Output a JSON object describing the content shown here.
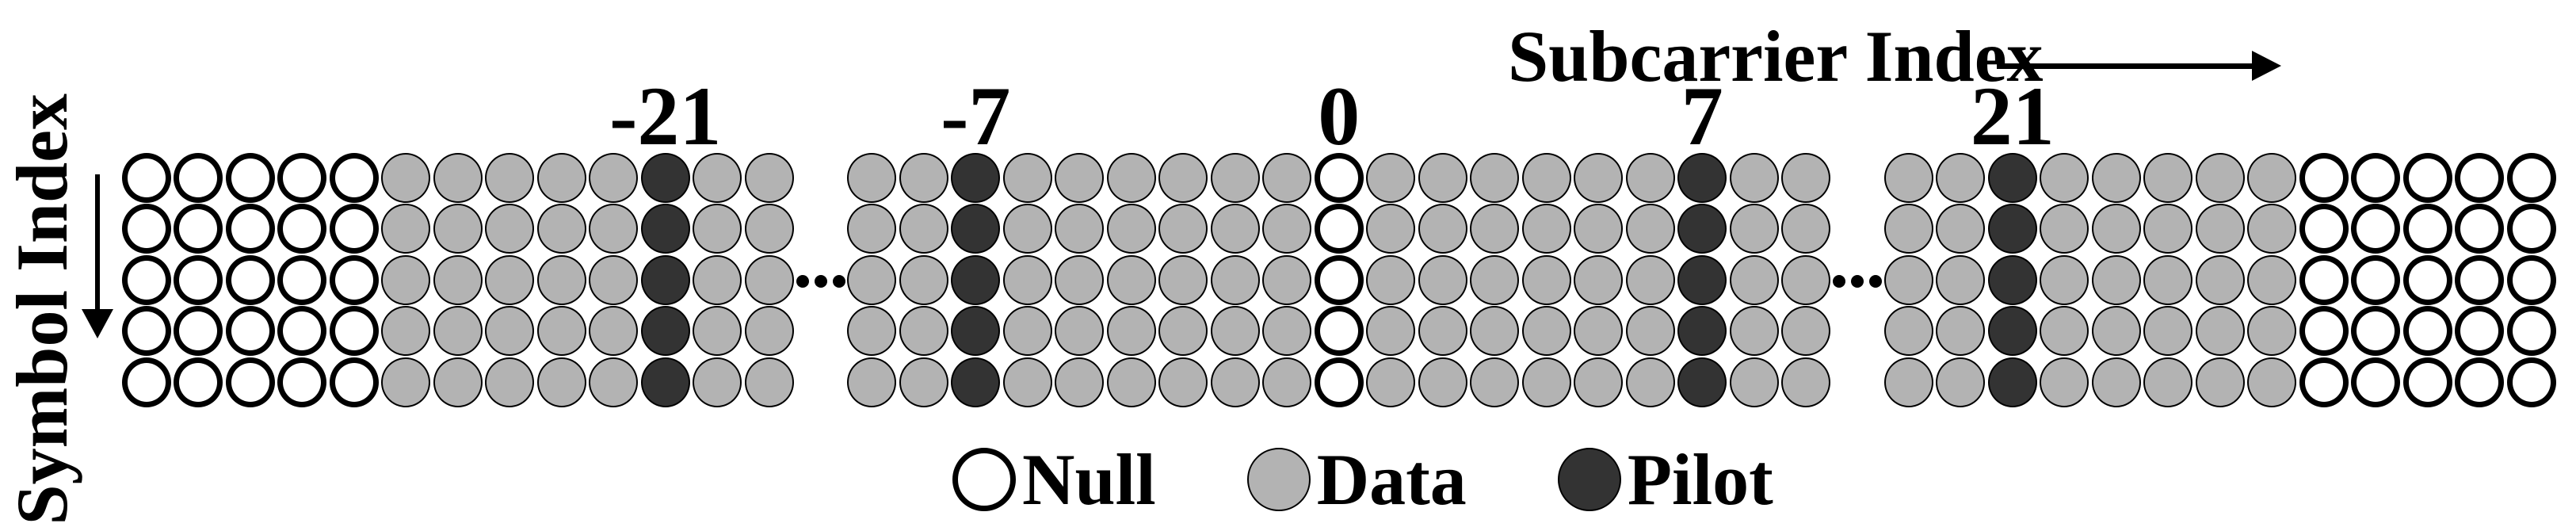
{
  "diagram": {
    "x_axis_label": "Subcarrier Index",
    "y_axis_label": "Symbol Index",
    "rows": 5,
    "tick_labels": [
      "-21",
      "-7",
      "0",
      "7",
      "21"
    ],
    "groups": [
      {
        "type": "null",
        "count": 5
      },
      {
        "type": "data",
        "count": 5
      },
      {
        "type": "pilot",
        "count": 1,
        "label": "-21"
      },
      {
        "type": "data",
        "count": 2
      },
      {
        "type": "ellipsis",
        "count": 1
      },
      {
        "type": "data",
        "count": 2
      },
      {
        "type": "pilot",
        "count": 1,
        "label": "-7"
      },
      {
        "type": "data",
        "count": 6
      },
      {
        "type": "null",
        "count": 1,
        "label": "0"
      },
      {
        "type": "data",
        "count": 6
      },
      {
        "type": "pilot",
        "count": 1,
        "label": "7"
      },
      {
        "type": "data",
        "count": 2
      },
      {
        "type": "ellipsis",
        "count": 1
      },
      {
        "type": "data",
        "count": 2
      },
      {
        "type": "pilot",
        "count": 1,
        "label": "21"
      },
      {
        "type": "data",
        "count": 5
      },
      {
        "type": "null",
        "count": 5
      }
    ],
    "legend": [
      {
        "type": "null",
        "label": "Null"
      },
      {
        "type": "data",
        "label": "Data"
      },
      {
        "type": "pilot",
        "label": "Pilot"
      }
    ],
    "colors": {
      "null_fill": "#ffffff",
      "data_fill": "#b3b3b3",
      "pilot_fill": "#333333",
      "outline": "#000000",
      "background": "#ffffff"
    }
  }
}
